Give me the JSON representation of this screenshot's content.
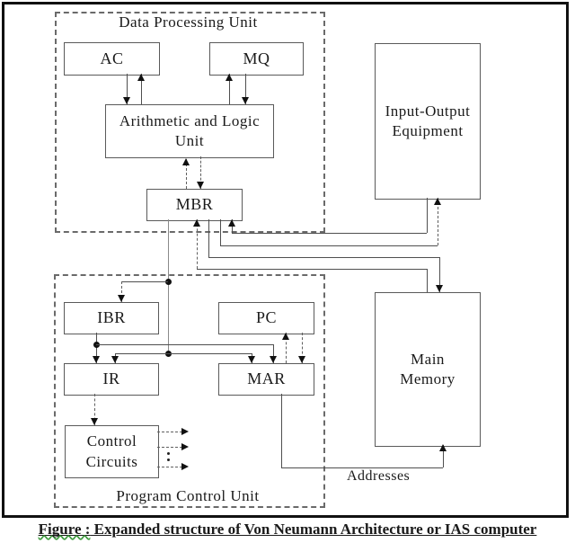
{
  "diagram": {
    "dpu": {
      "title": "Data Processing Unit",
      "boxes": {
        "ac": "AC",
        "mq": "MQ",
        "alu_line1": "Arithmetic and Logic",
        "alu_line2": "Unit",
        "mbr": "MBR"
      }
    },
    "pcu": {
      "title": "Program Control Unit",
      "boxes": {
        "ibr": "IBR",
        "pc": "PC",
        "ir": "IR",
        "mar": "MAR",
        "cc_line1": "Control",
        "cc_line2": "Circuits"
      }
    },
    "io": {
      "line1": "Input-Output",
      "line2": "Equipment"
    },
    "mm": {
      "line1": "Main",
      "line2": "Memory"
    },
    "addresses_label": "Addresses",
    "colors": {
      "line": "#4f4f4f",
      "arrow": "#111111",
      "frame": "#111111",
      "squiggle": "#3f9b3f"
    }
  },
  "caption": {
    "prefix": "Figure :",
    "rest": " Expanded structure of Von Neumann Architecture or IAS computer"
  }
}
